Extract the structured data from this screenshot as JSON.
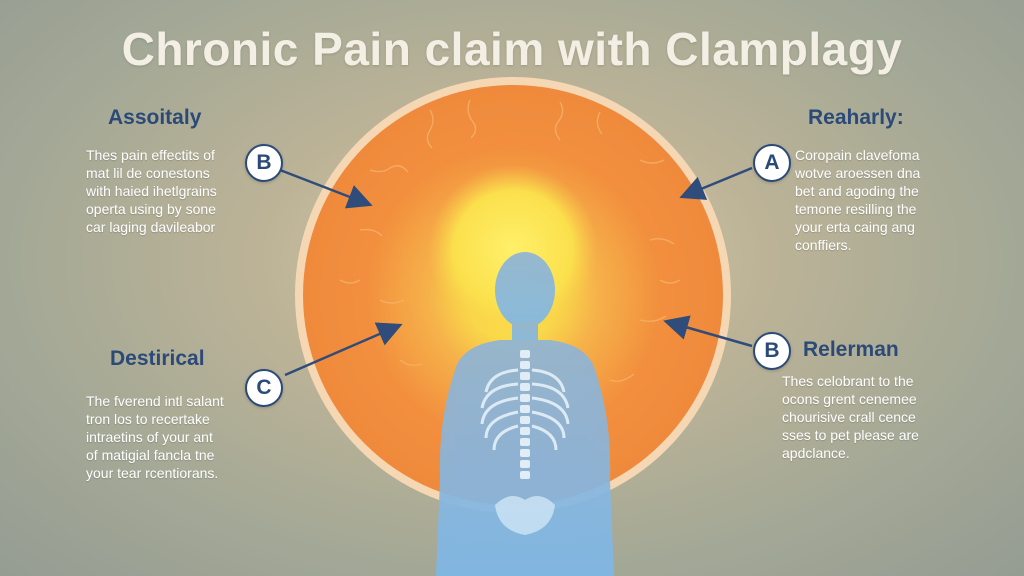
{
  "title": "Chronic Pain claim with Clamplagy",
  "colors": {
    "heading": "#2b4a78",
    "arrow": "#2f4c7a",
    "glow_outer": "#f08a3c",
    "glow_inner": "#f7e34a",
    "body": "#9cc3e6"
  },
  "icons": {
    "figure": "human-body-icon",
    "spine": "spine-icon",
    "ribcage": "ribcage-icon"
  },
  "left_top": {
    "heading": "Assoitaly",
    "badge": "B",
    "lines": [
      "Thes pain effectits of",
      "mat lil de conestons",
      "with haied ihetlgrains",
      "operta using by sone",
      "car laging davileabor"
    ]
  },
  "left_bottom": {
    "heading": "Destirical",
    "badge": "C",
    "lines": [
      "The fverend intl salant",
      "tron los to recertake",
      "intraetins of your ant",
      "of matigial fancla tne",
      "your tear rcentiorans."
    ]
  },
  "right_top": {
    "heading": "Reaharly:",
    "badge": "A",
    "lines": [
      "Coropain clavefoma",
      "wotve aroessen dna",
      "bet and agoding the",
      "temone resilling the",
      "your erta caing ang",
      "conffiers."
    ]
  },
  "right_bottom": {
    "heading": "Relerman",
    "badge": "B",
    "lines": [
      "Thes celobrant to the",
      "ocons grent cenemee",
      "chourisive crall cence",
      "sses to pet please are",
      "apdclance."
    ]
  }
}
